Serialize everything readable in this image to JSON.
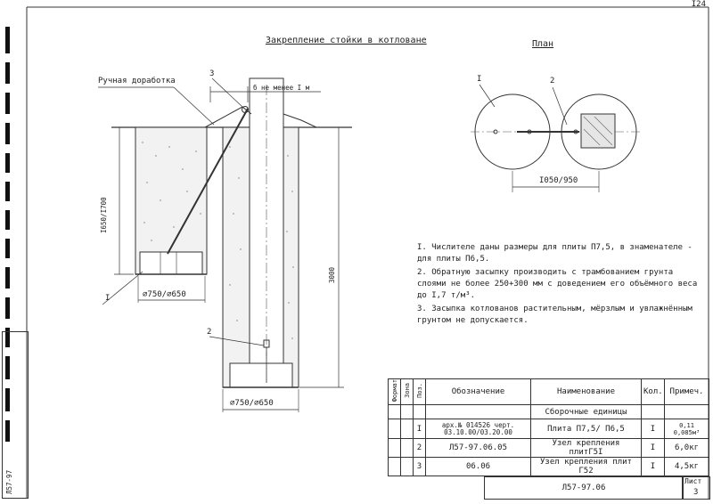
{
  "corner": "I24",
  "elevation_title": "Закрепление стойки в котловане",
  "plan_title": "План",
  "labels": {
    "manual_finish": "Ручная доработка",
    "callout_3": "3",
    "callout_1": "I",
    "callout_2": "2",
    "min_distance": "б не менее I м",
    "depth_left": "I650/I700",
    "depth_right": "3000",
    "base_left": "∅750/∅650",
    "base_right": "∅750/∅650",
    "plan_callout_1": "I",
    "plan_callout_2": "2",
    "plan_dimension": "I050/950"
  },
  "notes": [
    "I. Числителе даны размеры для плиты П7,5, в знаменателе - для плиты П6,5.",
    "2. Обратную засыпку производить с трамбованием грунта слоями не более 250+300 мм с доведением его объёмного веса до I,7 т/м³.",
    "3. Засыпка котлованов растительным, мёрзлым и увлажнённым грунтом не допускается."
  ],
  "spec_table": {
    "headers": [
      "Формат",
      "Зона",
      "Поз.",
      "Обозначение",
      "Наименование",
      "Кол.",
      "Примеч."
    ],
    "section": "Сборочные единицы",
    "rows": [
      {
        "pos": "I",
        "designation": "арх.№ 014526 черт. 03.10.00/03.20.00",
        "name": "Плита П7,5/ П6,5",
        "qty": "I",
        "note": "0,11 0,085м³"
      },
      {
        "pos": "2",
        "designation": "Л57-97.06.05",
        "name": "Узел крепления плитГ5I",
        "qty": "I",
        "note": "6,0кг"
      },
      {
        "pos": "3",
        "designation": "06.06",
        "name": "Узел крепления плит Г52",
        "qty": "I",
        "note": "4,5кг"
      }
    ]
  },
  "stamp": {
    "code": "Л57-97.06",
    "sheet_label": "Лист",
    "sheet_number": "3"
  },
  "side_stamp": "Л57-97"
}
